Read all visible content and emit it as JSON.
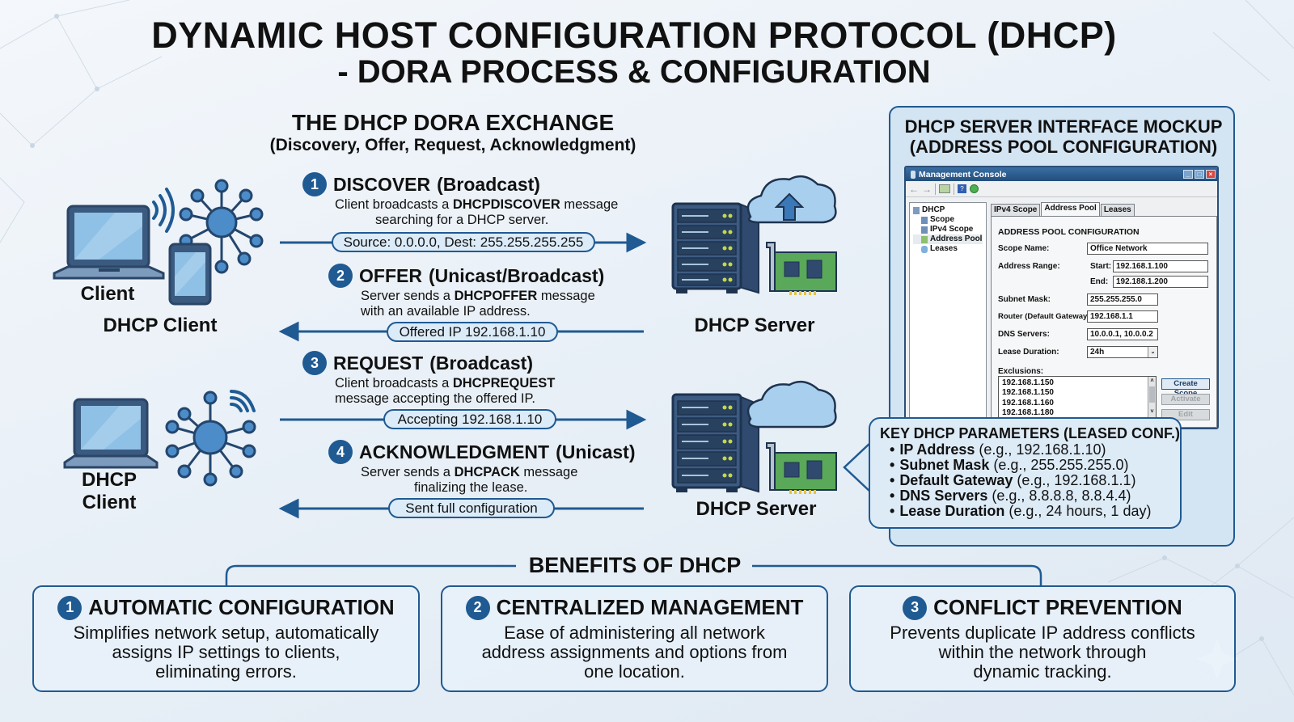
{
  "header": {
    "title_line1": "DYNAMIC HOST CONFIGURATION PROTOCOL (DHCP)",
    "title_line2": "- DORA PROCESS & CONFIGURATION"
  },
  "dora": {
    "title": "THE DHCP DORA EXCHANGE",
    "subtitle": "(Discovery, Offer, Request, Acknowledgment)",
    "steps": [
      {
        "number": "1",
        "name": "DISCOVER",
        "mode": "(Broadcast)",
        "desc_pre": "Client broadcasts a ",
        "desc_bold": "DHCPDISCOVER",
        "desc_post": " message",
        "desc_line2": "searching for a DHCP server.",
        "pill": "Source: 0.0.0.0, Dest: 255.255.255.255",
        "direction": "right"
      },
      {
        "number": "2",
        "name": "OFFER",
        "mode": "(Unicast/Broadcast)",
        "desc_pre": "Server sends a ",
        "desc_bold": "DHCPOFFER",
        "desc_post": " message",
        "desc_line2": "with an available IP address.",
        "pill": "Offered IP 192.168.1.10",
        "direction": "left"
      },
      {
        "number": "3",
        "name": "REQUEST",
        "mode": "(Broadcast)",
        "desc_pre": "Client broadcasts a ",
        "desc_bold": "DHCPREQUEST",
        "desc_post": "",
        "desc_line2": "message accepting the offered IP.",
        "pill": "Accepting 192.168.1.10",
        "direction": "right"
      },
      {
        "number": "4",
        "name": "ACKNOWLEDGMENT",
        "mode": "(Unicast)",
        "desc_pre": "Server sends a ",
        "desc_bold": "DHCPACK",
        "desc_post": " message",
        "desc_line2": "finalizing the lease.",
        "pill": "Sent full configuration",
        "direction": "left"
      }
    ]
  },
  "devices": {
    "client_top_label": "Client",
    "client_top_caption": "DHCP Client",
    "client_bottom_caption_line1": "DHCP",
    "client_bottom_caption_line2": "Client",
    "server_top_caption": "DHCP Server",
    "server_bottom_caption": "DHCP Server"
  },
  "mockup": {
    "title_line1": "DHCP SERVER INTERFACE MOCKUP",
    "title_line2": "(ADDRESS POOL CONFIGURATION)",
    "window_title": "Management Console",
    "window_controls": {
      "minimize": "_",
      "maximize": "□",
      "close": "×"
    },
    "toolbar": {
      "back": "←",
      "forward": "→",
      "help": "?"
    },
    "tree": {
      "root": "DHCP",
      "items": [
        "Scope",
        "IPv4 Scope",
        "Address Pool",
        "Leases"
      ],
      "selected": "Address Pool"
    },
    "tabs": [
      "IPv4 Scope",
      "Address Pool",
      "Leases"
    ],
    "active_tab": "Address Pool",
    "section_heading": "ADDRESS POOL CONFIGURATION",
    "fields": {
      "scope_name_label": "Scope Name:",
      "scope_name_value": "Office Network",
      "address_range_label": "Address Range:",
      "start_label": "Start:",
      "start_value": "192.168.1.100",
      "end_label": "End:",
      "end_value": "192.188.1.200",
      "subnet_mask_label": "Subnet Mask:",
      "subnet_mask_value": "255.255.255.0",
      "router_label": "Router (Default Gateway):",
      "router_value": "192.168.1.1",
      "dns_label": "DNS Servers:",
      "dns_value": "10.0.0.1, 10.0.0.2",
      "lease_label": "Lease Duration:",
      "lease_value": "24h",
      "exclusions_label": "Exclusions:",
      "exclusions": [
        "192.168.1.150",
        "192.168.1.150",
        "192.168.1.160",
        "192.168.1.180"
      ]
    },
    "buttons": {
      "create_scope": "Create Scope",
      "activate": "Activate",
      "edit": "Edit"
    }
  },
  "key_params": {
    "title": "KEY DHCP PARAMETERS (LEASED CONF.)",
    "items": [
      {
        "name": "IP Address",
        "example": " (e.g., 192.168.1.10)"
      },
      {
        "name": "Subnet Mask",
        "example": " (e.g., 255.255.255.0)"
      },
      {
        "name": "Default Gateway",
        "example": " (e.g., 192.168.1.1)"
      },
      {
        "name": "DNS Servers",
        "example": " (e.g., 8.8.8.8, 8.8.4.4)"
      },
      {
        "name": "Lease Duration",
        "example": " (e.g., 24 hours, 1 day)"
      }
    ]
  },
  "benefits": {
    "title": "BENEFITS OF DHCP",
    "cards": [
      {
        "number": "1",
        "title": "AUTOMATIC CONFIGURATION",
        "lines": [
          "Simplifies network setup, automatically",
          "assigns IP settings to clients,",
          "eliminating errors."
        ]
      },
      {
        "number": "2",
        "title": "CENTRALIZED MANAGEMENT",
        "lines": [
          "Ease of administering all network",
          "address assignments and options from",
          "one location."
        ]
      },
      {
        "number": "3",
        "title": "CONFLICT PREVENTION",
        "lines": [
          "Prevents duplicate IP address conflicts",
          "within the network through",
          "dynamic tracking."
        ]
      }
    ]
  },
  "colors": {
    "accent": "#1f5a92",
    "pill_fill": "#dcebf8",
    "panel_fill": "#d3e4f3",
    "nic_green": "#5aa85a",
    "server_body": "#2f4a6e"
  }
}
